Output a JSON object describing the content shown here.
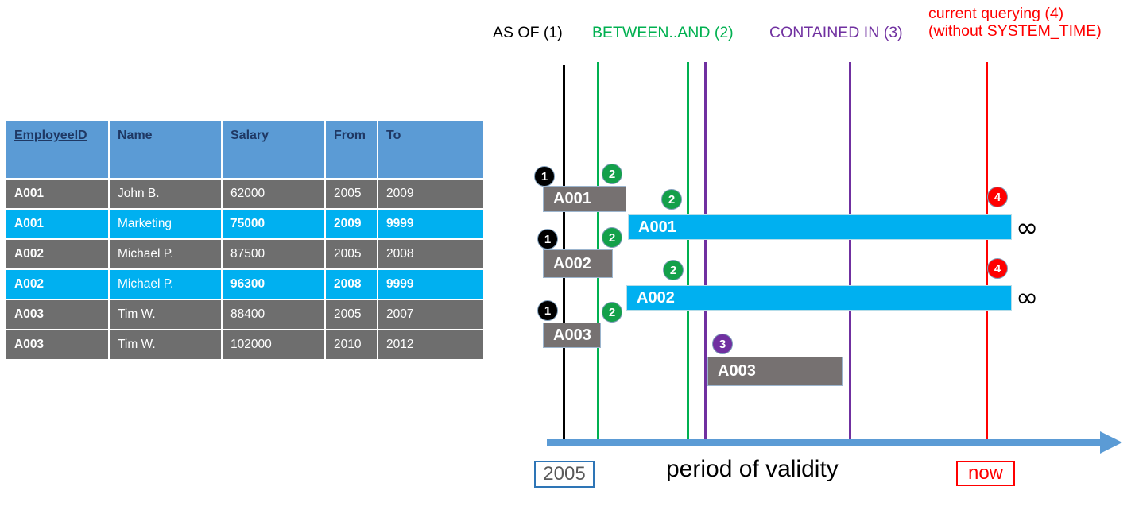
{
  "table": {
    "columns": [
      {
        "key": "employee_id",
        "label": "EmployeeID",
        "underlined": true
      },
      {
        "key": "name",
        "label": "Name",
        "underlined": false
      },
      {
        "key": "salary",
        "label": "Salary",
        "underlined": false
      },
      {
        "key": "from",
        "label": "From",
        "underlined": false
      },
      {
        "key": "to",
        "label": "To",
        "underlined": false
      }
    ],
    "rows": [
      {
        "employee_id": "A001",
        "name": "John  B.",
        "salary": "62000",
        "from": "2005",
        "to": "2009",
        "style": "gray"
      },
      {
        "employee_id": "A001",
        "name": "Marketing",
        "salary": "75000",
        "from": "2009",
        "to": "9999",
        "style": "cyan"
      },
      {
        "employee_id": "A002",
        "name": "Michael P.",
        "salary": "87500",
        "from": "2005",
        "to": "2008",
        "style": "gray"
      },
      {
        "employee_id": "A002",
        "name": "Michael P.",
        "salary": "96300",
        "from": "2008",
        "to": "9999",
        "style": "cyan"
      },
      {
        "employee_id": "A003",
        "name": "Tim W.",
        "salary": "88400",
        "from": "2005",
        "to": "2007",
        "style": "gray"
      },
      {
        "employee_id": "A003",
        "name": "Tim W.",
        "salary": "102000",
        "from": "2010",
        "to": "2012",
        "style": "gray"
      }
    ],
    "colors": {
      "header_bg": "#5B9BD5",
      "header_text": "#1F3864",
      "row_gray": "#6E6E6E",
      "row_cyan": "#00B0F0",
      "cell_text": "#FFFFFF"
    }
  },
  "legend": {
    "as_of": "AS OF (1)",
    "between_and": "BETWEEN..AND (2)",
    "contained_in": "CONTAINED IN (3)",
    "current_querying_line1": "current querying (4)",
    "current_querying_line2": "(without SYSTEM_TIME)",
    "colors": {
      "as_of": "#000000",
      "between_and": "#00B050",
      "contained_in": "#7030A0",
      "current_querying": "#FF0000"
    }
  },
  "diagram": {
    "axis_label": "period of validity",
    "start_label": "2005",
    "now_label": "now",
    "infinity_symbol": "∞",
    "bars": [
      {
        "label": "A001",
        "style": "gray",
        "row": 1
      },
      {
        "label": "A001",
        "style": "cyan",
        "row": 1
      },
      {
        "label": "A002",
        "style": "gray",
        "row": 2
      },
      {
        "label": "A002",
        "style": "cyan",
        "row": 2
      },
      {
        "label": "A003",
        "style": "gray",
        "row": 3
      },
      {
        "label": "A003",
        "style": "gray",
        "row": 4
      }
    ],
    "markers": [
      {
        "number": "1",
        "color": "black"
      },
      {
        "number": "2",
        "color": "green"
      },
      {
        "number": "2",
        "color": "green"
      },
      {
        "number": "1",
        "color": "black"
      },
      {
        "number": "2",
        "color": "green"
      },
      {
        "number": "2",
        "color": "green"
      },
      {
        "number": "1",
        "color": "black"
      },
      {
        "number": "2",
        "color": "green"
      },
      {
        "number": "3",
        "color": "purple"
      },
      {
        "number": "4",
        "color": "red"
      },
      {
        "number": "4",
        "color": "red"
      }
    ],
    "query_lines": [
      {
        "name": "as-of",
        "color": "#000000"
      },
      {
        "name": "between-start",
        "color": "#00B050"
      },
      {
        "name": "between-end",
        "color": "#00B050"
      },
      {
        "name": "contained-start",
        "color": "#7030A0"
      },
      {
        "name": "contained-end",
        "color": "#7030A0"
      },
      {
        "name": "now",
        "color": "#FF0000"
      }
    ]
  }
}
